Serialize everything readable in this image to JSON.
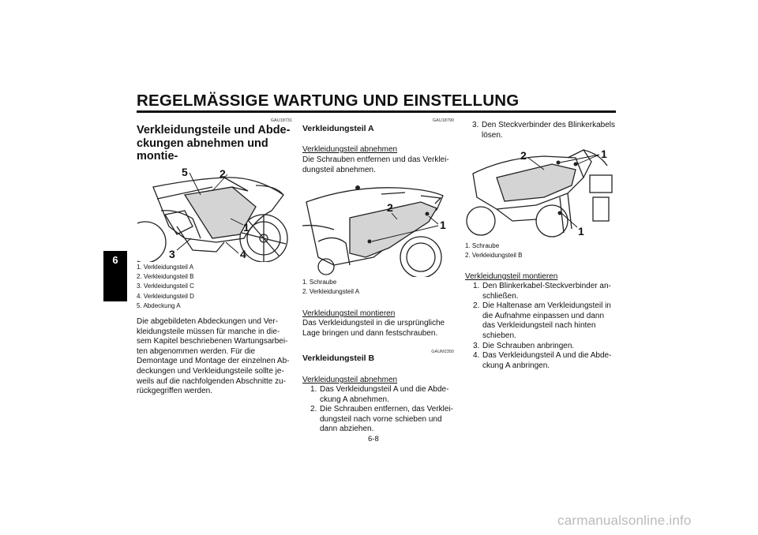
{
  "header": "REGELMÄSSIGE WARTUNG UND EINSTELLUNG",
  "chapter_tab": "6",
  "page_number": "6-8",
  "watermark": "carmanualsonline.info",
  "col1": {
    "code": "GAU18731",
    "title": "Verkleidungsteile und Abdeckungen abnehmen und montieren",
    "title_lines": [
      "Verkleidungsteile und Abde-",
      "ckungen abnehmen und montie-",
      "ren"
    ],
    "figure_labels": [
      "5",
      "2",
      "1",
      "3",
      "4"
    ],
    "captions": [
      "1. Verkleidungsteil A",
      "2. Verkleidungsteil B",
      "3. Verkleidungsteil C",
      "4. Verkleidungsteil D",
      "5. Abdeckung A"
    ],
    "body_lines": [
      "Die abgebildeten Abdeckungen und Ver-",
      "kleidungsteile müssen für manche in die-",
      "sem Kapitel beschriebenen Wartungsarbei-",
      "ten abgenommen werden. Für die",
      "Demontage und Montage der einzelnen Ab-",
      "deckungen und Verkleidungsteile sollte je-",
      "weils auf die nachfolgenden Abschnitte zu-",
      "rückgegriffen werden."
    ]
  },
  "col2": {
    "code_a": "GAU18790",
    "title_a": "Verkleidungsteil A",
    "remove_heading": "Verkleidungsteil abnehmen",
    "remove_lines": [
      "Die Schrauben entfernen und das Verklei-",
      "dungsteil abnehmen."
    ],
    "figure_labels": [
      "2",
      "1"
    ],
    "captions": [
      "1. Schraube",
      "2. Verkleidungsteil A"
    ],
    "install_heading": "Verkleidungsteil montieren",
    "install_lines": [
      "Das Verkleidungsteil in die ursprüngliche",
      "Lage bringen und dann festschrauben."
    ],
    "code_b": "GAUM2350",
    "title_b": "Verkleidungsteil B",
    "remove_b_heading": "Verkleidungsteil abnehmen",
    "steps": [
      {
        "n": "1.",
        "lines": [
          "Das Verkleidungsteil A und die Abde-",
          "ckung A abnehmen."
        ]
      },
      {
        "n": "2.",
        "lines": [
          "Die Schrauben entfernen, das Verklei-",
          "dungsteil nach vorne schieben und",
          "dann abziehen."
        ]
      }
    ]
  },
  "col3": {
    "step3": {
      "n": "3.",
      "lines": [
        "Den Steckverbinder des Blinkerkabels",
        "lösen."
      ]
    },
    "figure_labels": [
      "2",
      "1",
      "1"
    ],
    "captions": [
      "1. Schraube",
      "2. Verkleidungsteil B"
    ],
    "install_heading": "Verkleidungsteil montieren",
    "steps": [
      {
        "n": "1.",
        "lines": [
          "Den Blinkerkabel-Steckverbinder an-",
          "schließen."
        ]
      },
      {
        "n": "2.",
        "lines": [
          "Die Haltenase am Verkleidungsteil in",
          "die Aufnahme einpassen und dann",
          "das Verkleidungsteil nach hinten",
          "schieben."
        ]
      },
      {
        "n": "3.",
        "lines": [
          "Die Schrauben anbringen."
        ]
      },
      {
        "n": "4.",
        "lines": [
          "Das Verkleidungsteil A und die Abde-",
          "ckung A anbringen."
        ]
      }
    ]
  }
}
